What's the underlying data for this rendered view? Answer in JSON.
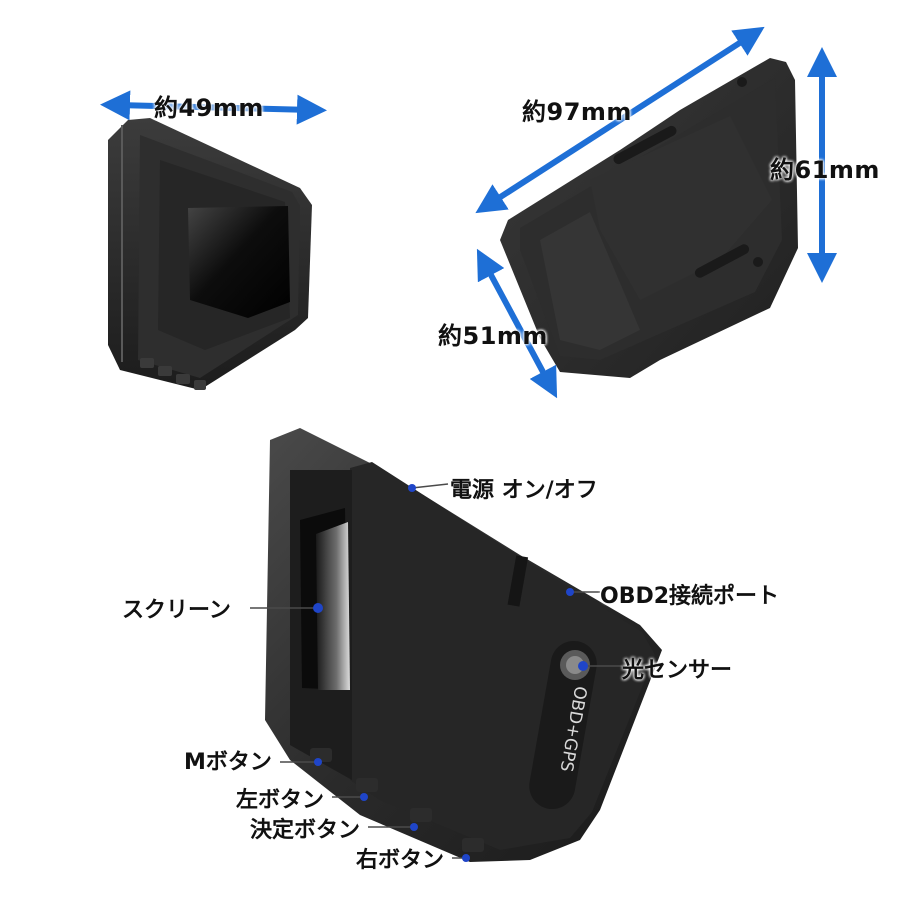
{
  "dimensions": {
    "width": "約49mm",
    "length": "約97mm",
    "height": "約61mm",
    "depth": "約51mm"
  },
  "device": {
    "badge_text": "OBD+GPS"
  },
  "callouts": {
    "power": "電源 オン/オフ",
    "obd2_port": "OBD2接続ポート",
    "screen": "スクリーン",
    "light_sensor": "光センサー",
    "m_button": "Mボタン",
    "left_button": "左ボタン",
    "ok_button": "決定ボタン",
    "right_button": "右ボタン"
  },
  "colors": {
    "arrow": "#1e6fd6",
    "marker": "#1f45c8",
    "device_body": "#2b2b2b",
    "text": "#111111"
  }
}
